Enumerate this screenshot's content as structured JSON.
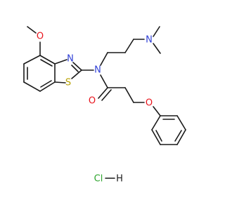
{
  "molecule": {
    "atom_labels": {
      "methoxy_oxygen": "O",
      "thiazole_nitrogen": "N",
      "thiazole_sulfur": "S",
      "amide_nitrogen": "N",
      "amide_oxygen": "O",
      "dimethylamino_nitrogen": "N",
      "ether_oxygen": "O"
    },
    "salt": {
      "chlorine": "Cl",
      "hydrogen": "H"
    },
    "colors": {
      "bond": "#1a1a1a",
      "oxygen": "#e8141c",
      "nitrogen": "#2f3fd6",
      "sulfur": "#b8a100",
      "chlorine": "#2fa52f",
      "hydrogen": "#1a1a1a"
    }
  }
}
